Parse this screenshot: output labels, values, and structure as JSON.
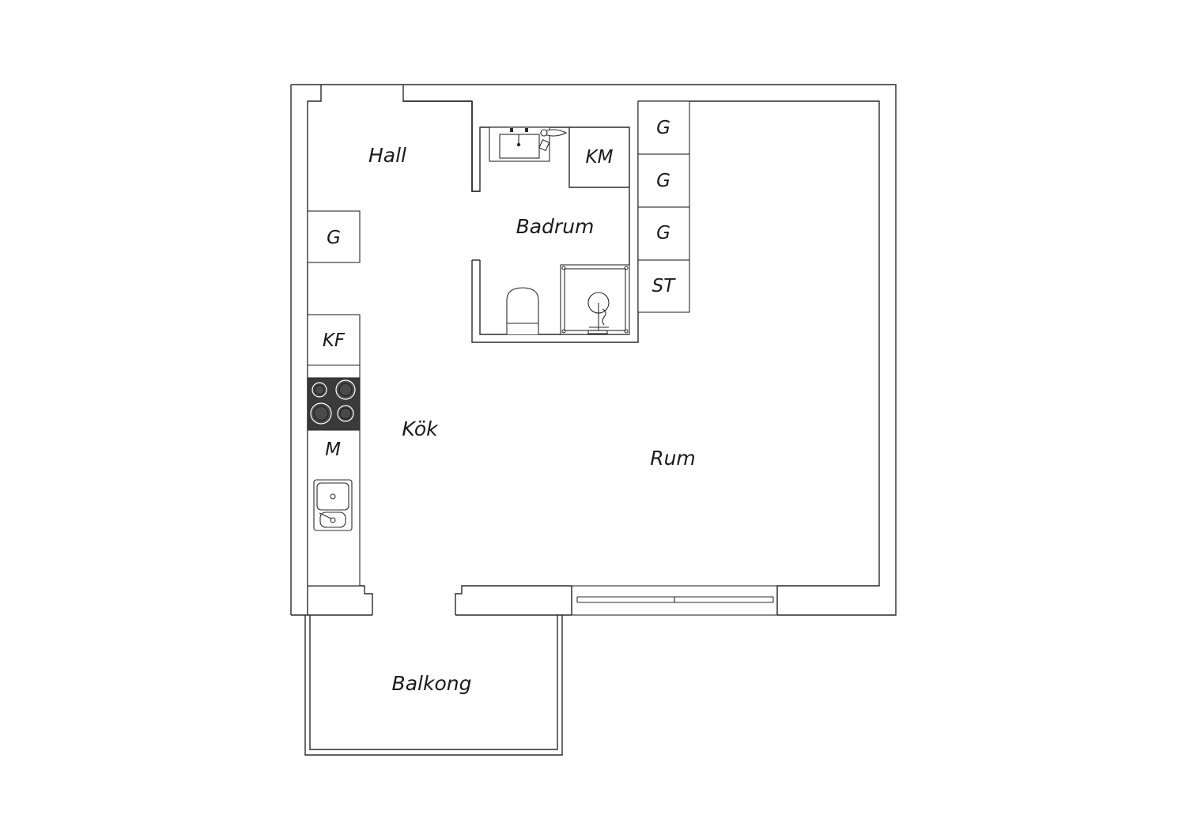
{
  "rooms": {
    "hall": "Hall",
    "badrum": "Badrum",
    "kok": "Kök",
    "rum": "Rum",
    "balkong": "Balkong"
  },
  "fixtures": {
    "km": "KM",
    "g_hall": "G",
    "kf": "KF",
    "m": "M",
    "g_1": "G",
    "g_2": "G",
    "g_3": "G",
    "st": "ST"
  },
  "colors": {
    "line": "#2a2a2a",
    "hob": "#3a3a3a",
    "background": "#ffffff"
  }
}
